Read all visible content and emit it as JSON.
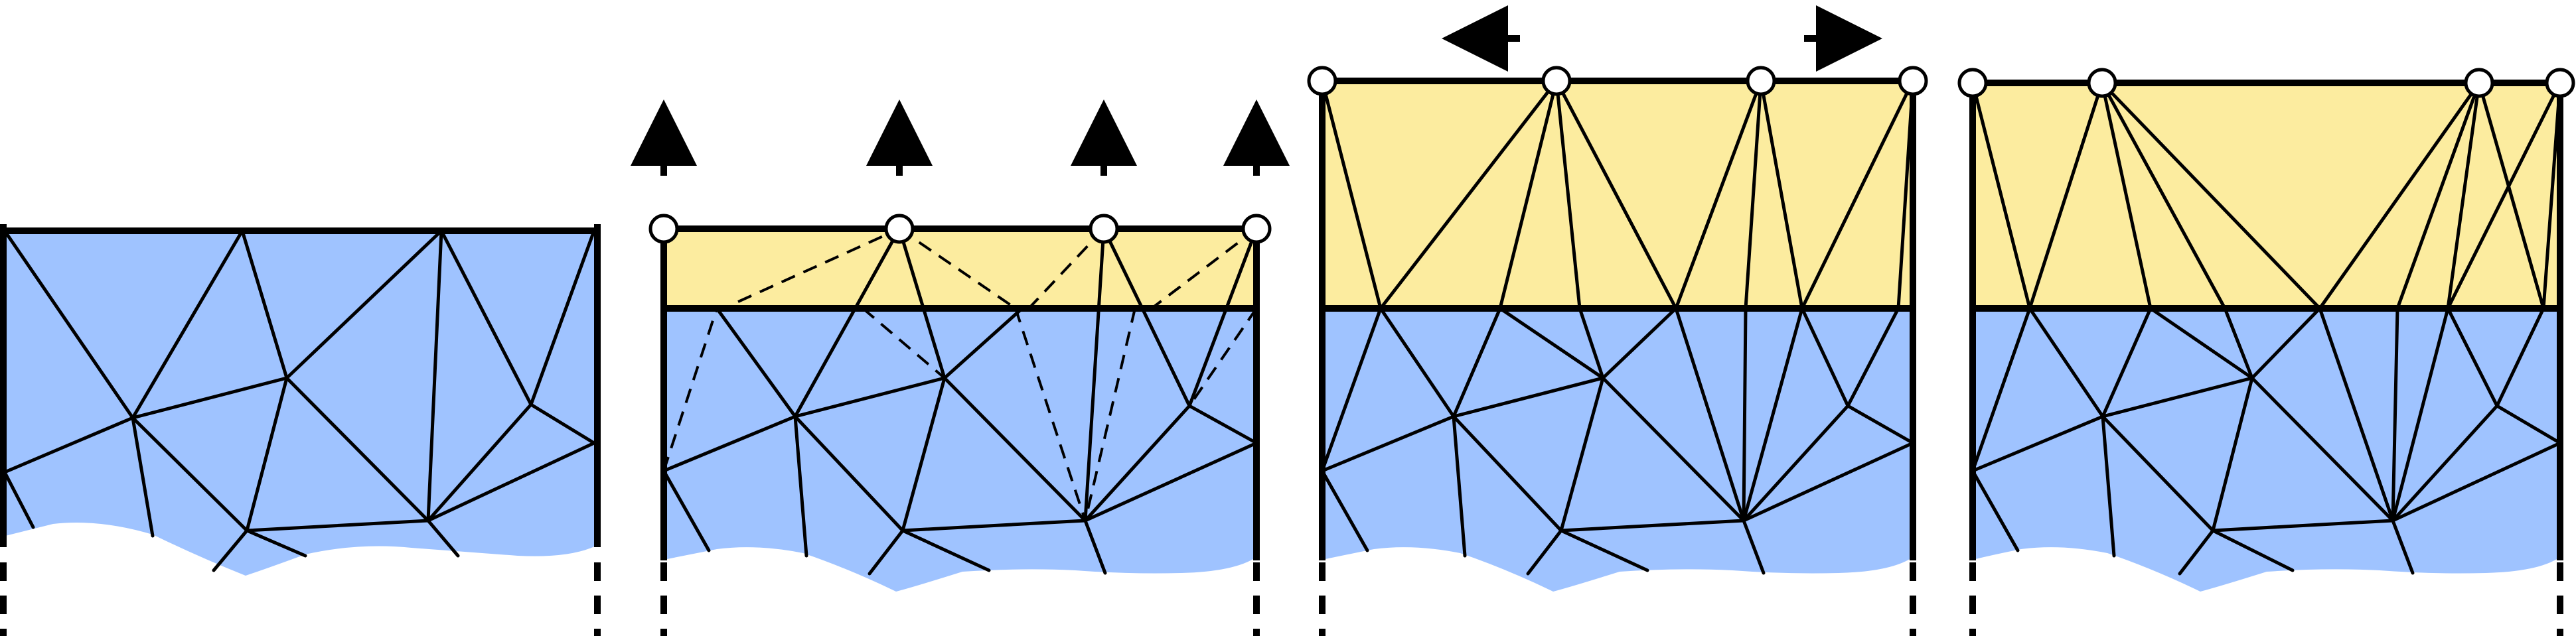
{
  "colors": {
    "blue": "#9fc3ff",
    "yellow": "#fcec9f",
    "line": "#000000",
    "node_fill": "#ffffff",
    "background": "#ffffff"
  },
  "panels": [
    {
      "id": "initial-mesh",
      "inserted_layer": false,
      "dashed_connections": false,
      "arrows": "none"
    },
    {
      "id": "layer-inserted",
      "inserted_layer": true,
      "dashed_connections": true,
      "arrows": "up"
    },
    {
      "id": "layer-extended",
      "inserted_layer": true,
      "dashed_connections": false,
      "arrows": "sideways"
    },
    {
      "id": "layer-relaxed",
      "inserted_layer": true,
      "dashed_connections": false,
      "arrows": "none"
    }
  ]
}
